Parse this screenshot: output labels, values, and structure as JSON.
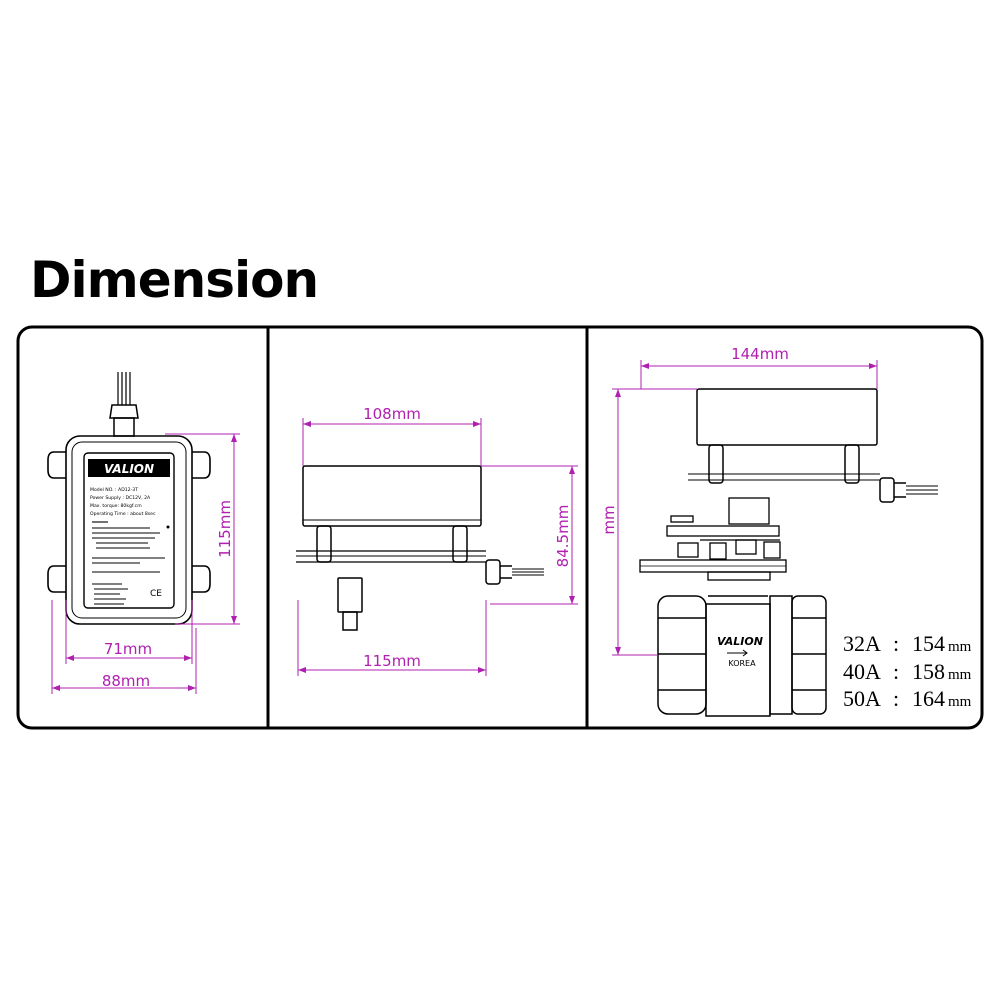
{
  "title": "Dimension",
  "colors": {
    "dimension": "#b020b0",
    "line": "#000000"
  },
  "panel1": {
    "label_height": "115mm",
    "label_inner_width": "71mm",
    "label_outer_width": "88mm",
    "device_logo": "VALION",
    "plate_lines": [
      "Model NO. : AD12-3T",
      "Power Supply : DC12V, 2A",
      "Max. torque: 80kgf.cm",
      "Operating Time : about 8sec"
    ],
    "ce_mark": "CE"
  },
  "panel2": {
    "label_top_width": "108mm",
    "label_bottom_width": "115mm",
    "label_height": "84.5mm"
  },
  "panel3": {
    "label_top_width": "144mm",
    "label_height": "mm",
    "valve_logo": "VALION",
    "valve_origin": "KOREA",
    "size_table": [
      {
        "size": "32A",
        "sep": ":",
        "value": "154",
        "unit": "mm"
      },
      {
        "size": "40A",
        "sep": ":",
        "value": "158",
        "unit": "mm"
      },
      {
        "size": "50A",
        "sep": ":",
        "value": "164",
        "unit": "mm"
      }
    ]
  }
}
